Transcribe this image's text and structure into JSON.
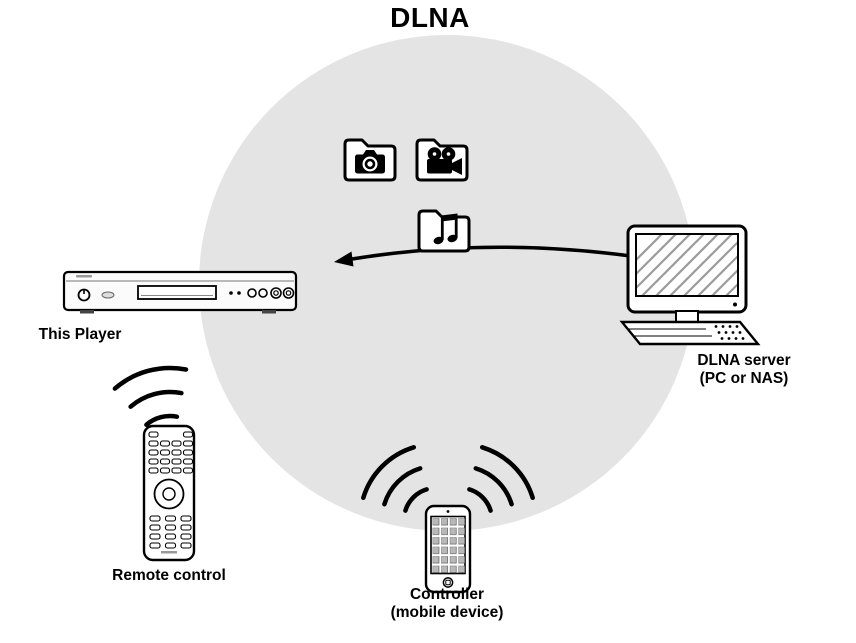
{
  "title": "DLNA",
  "labels": {
    "player": "This Player",
    "remote": "Remote control",
    "controller_line1": "Controller",
    "controller_line2": "(mobile device)",
    "server_line1": "DLNA server",
    "server_line2": "(PC or NAS)"
  },
  "icons": {
    "photo_folder": "photo-folder-icon",
    "video_folder": "video-folder-icon",
    "music_folder": "music-folder-icon",
    "transfer_arrow": "left-curved-arrow-icon",
    "remote_waves": "wireless-signal-icon",
    "phone_waves": "wireless-signal-icon",
    "player": "bluray-player-device",
    "remote": "remote-control-device",
    "controller": "smartphone-device",
    "server": "computer-device"
  },
  "colors": {
    "network_circle_fill": "#e4e4e4",
    "ink": "#000000",
    "background": "#ffffff"
  }
}
